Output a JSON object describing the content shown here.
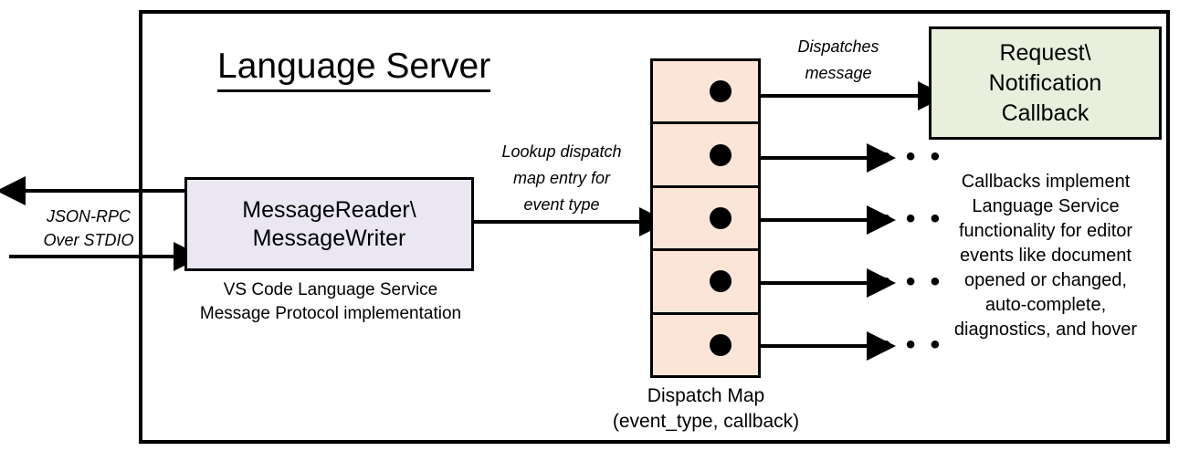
{
  "diagram": {
    "title": "Language Server",
    "frame_name": "language-server-boundary"
  },
  "external_interface": {
    "label": "JSON-RPC\nOver STDIO",
    "label_line1": "JSON-RPC",
    "label_line2": "Over STDIO",
    "outbound_arrow_name": "outbound-jsonrpc-arrow",
    "inbound_arrow_name": "inbound-jsonrpc-arrow"
  },
  "message_io": {
    "title_line1": "MessageReader\\",
    "title_line2": "MessageWriter",
    "caption_line1": "VS Code Language Service",
    "caption_line2": "Message Protocol implementation",
    "fill_color": "#EAE7F2"
  },
  "lookup_edge": {
    "label_line1": "Lookup dispatch",
    "label_line2": "map entry for",
    "label_line3": "event type"
  },
  "dispatch_map": {
    "caption_line1": "Dispatch Map",
    "caption_line2": "(event_type, callback)",
    "fill_color": "#FBE5D6",
    "rows": [
      {
        "index": 1,
        "target": "callback-box"
      },
      {
        "index": 2,
        "target": "ellipsis"
      },
      {
        "index": 3,
        "target": "ellipsis"
      },
      {
        "index": 4,
        "target": "ellipsis"
      },
      {
        "index": 5,
        "target": "ellipsis"
      }
    ],
    "ellipsis_glyph": "• • •"
  },
  "dispatch_edge": {
    "label_line1": "Dispatches",
    "label_line2": "message"
  },
  "callback": {
    "title_line1": "Request\\",
    "title_line2": "Notification",
    "title_line3": "Callback",
    "fill_color": "#E8EFDD",
    "caption_line1": "Callbacks implement",
    "caption_line2": "Language Service",
    "caption_line3": "functionality for editor",
    "caption_line4": "events like document",
    "caption_line5": "opened or changed,",
    "caption_line6": "auto-complete,",
    "caption_line7": "diagnostics, and hover"
  },
  "colors": {
    "stroke": "#000000",
    "background": "#FFFFFF"
  }
}
